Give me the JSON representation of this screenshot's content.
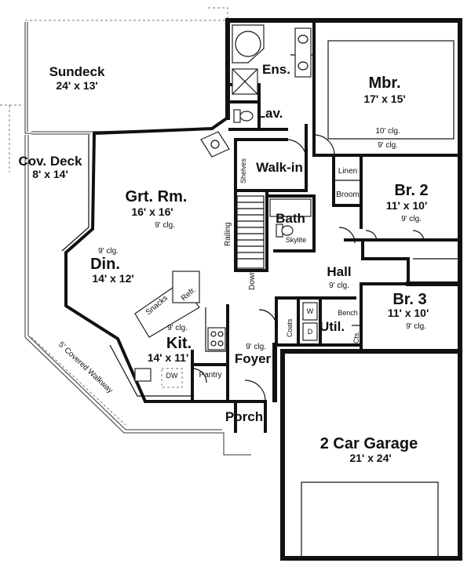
{
  "rooms": {
    "sundeck": {
      "name": "Sundeck",
      "dims": "24' x 13'"
    },
    "cov_deck": {
      "name": "Cov. Deck",
      "dims": "8' x 14'"
    },
    "ens": {
      "name": "Ens."
    },
    "lav": {
      "name": "Lav."
    },
    "mbr": {
      "name": "Mbr.",
      "dims": "17' x 15'",
      "clg1": "10' clg.",
      "clg2": "9' clg."
    },
    "walkin": {
      "name": "Walk-in",
      "shelves": "Shelves"
    },
    "grt_rm": {
      "name": "Grt. Rm.",
      "dims": "16' x 16'",
      "clg": "9' clg."
    },
    "din": {
      "name": "Din.",
      "dims": "14' x 12'",
      "clg": "9' clg."
    },
    "kit": {
      "name": "Kit.",
      "dims": "14' x 11'",
      "clg": "9' clg."
    },
    "bath": {
      "name": "Bath",
      "skylite": "Skylite"
    },
    "br2": {
      "name": "Br. 2",
      "dims": "11' x 10'",
      "clg": "9' clg."
    },
    "br3": {
      "name": "Br. 3",
      "dims": "11' x 10'",
      "clg": "9' clg."
    },
    "hall": {
      "name": "Hall",
      "clg": "9' clg."
    },
    "util": {
      "name": "Util."
    },
    "foyer": {
      "name": "Foyer",
      "clg": "9' clg."
    },
    "porch": {
      "name": "Porch"
    },
    "garage": {
      "name": "2 Car Garage",
      "dims": "21' x 24'"
    }
  },
  "labels": {
    "linen": "Linen",
    "broom": "Broom",
    "railing": "Railing",
    "down": "Down",
    "snacks": "Snacks",
    "refr": "Refr.",
    "pantry": "Pantry",
    "dw": "DW",
    "coats": "Coats",
    "washer": "W",
    "dryer": "D",
    "bench": "Bench",
    "cts": "Cts.",
    "walkway": "5' Covered Walkway"
  }
}
